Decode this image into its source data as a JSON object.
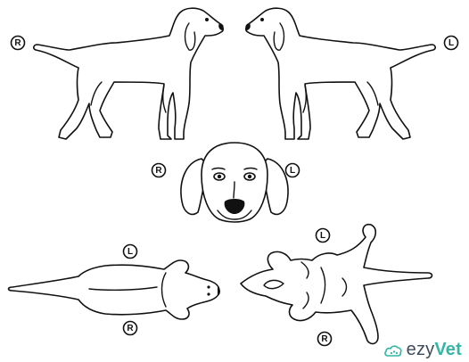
{
  "markers": {
    "lateral_right": "R",
    "lateral_left": "L",
    "head_right": "R",
    "head_left": "L",
    "dorsal_left": "L",
    "dorsal_right": "R",
    "ventral_left": "L",
    "ventral_right": "R"
  },
  "logo": {
    "text_main": "ezy",
    "text_accent": "Vet",
    "icon": "cloud-paw-icon",
    "accent_color": "#32b7a6",
    "text_color": "#3d4b5c"
  }
}
